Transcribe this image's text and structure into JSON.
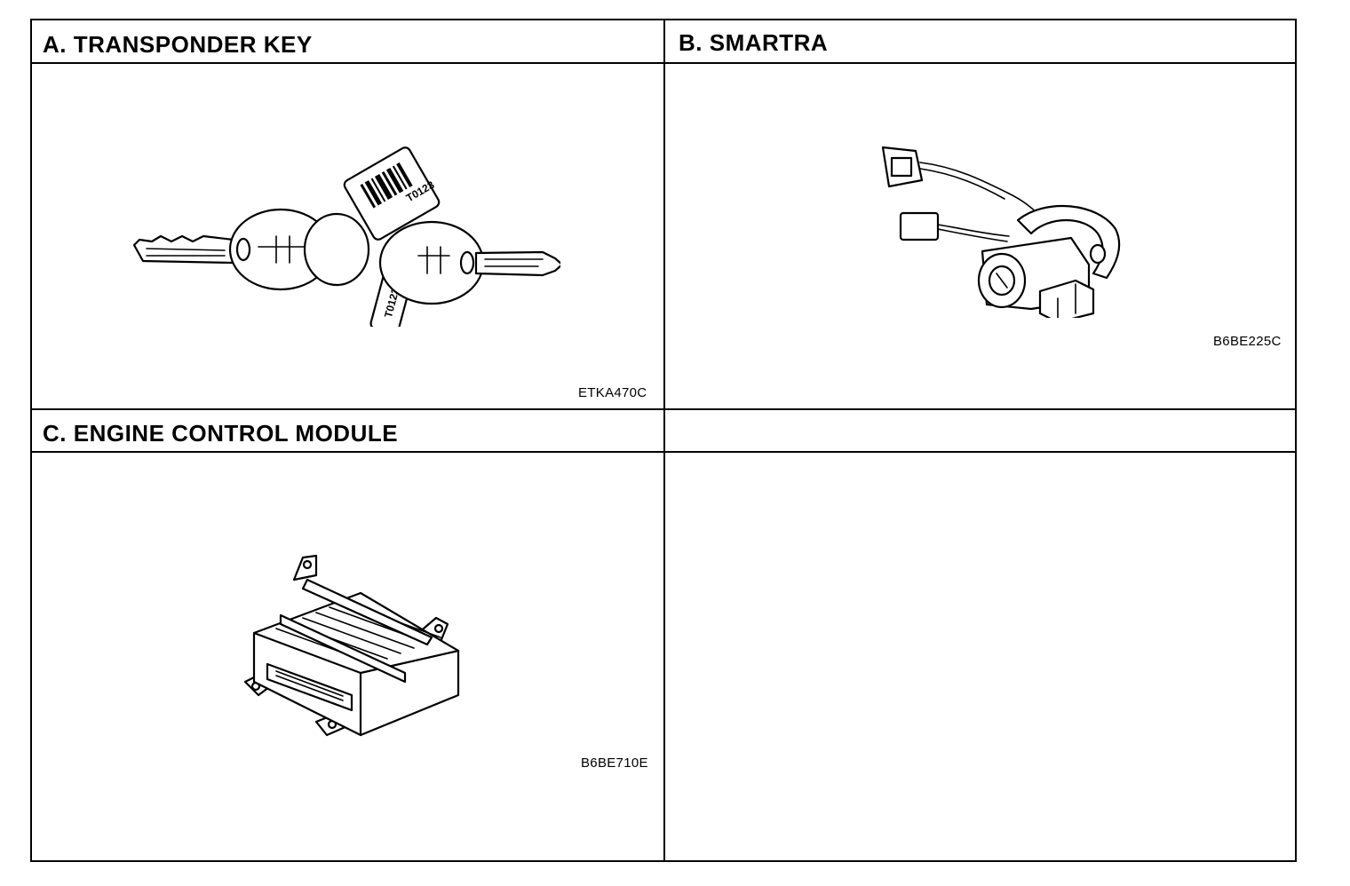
{
  "panels": [
    {
      "title": "A. TRANSPONDER KEY",
      "figure_code": "ETKA470C",
      "tag_text": "T0123"
    },
    {
      "title": "B. SMARTRA",
      "figure_code": "B6BE225C"
    },
    {
      "title": "C. ENGINE CONTROL MODULE",
      "figure_code": "B6BE710E"
    },
    {
      "title": "",
      "figure_code": ""
    }
  ]
}
